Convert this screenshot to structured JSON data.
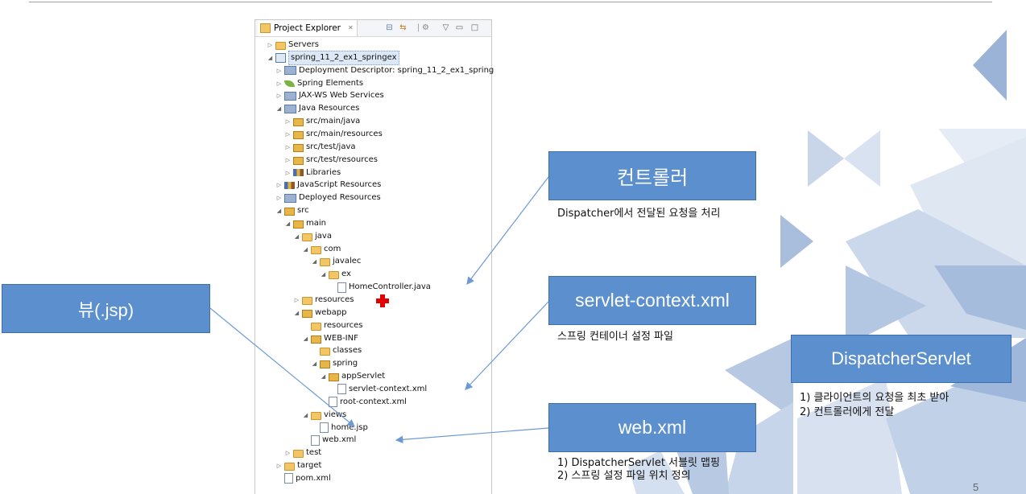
{
  "explorer": {
    "tab_label": "Project Explorer",
    "close_glyph": "✕",
    "items": [
      {
        "label": "Servers",
        "arrow": "▷",
        "icon": "folder",
        "depth": 0
      },
      {
        "label": "spring_11_2_ex1_springex",
        "arrow": "◢",
        "icon": "project",
        "depth": 0,
        "selected": true
      },
      {
        "label": "Deployment Descriptor: spring_11_2_ex1_spring",
        "arrow": "▷",
        "icon": "descriptor",
        "depth": 1
      },
      {
        "label": "Spring Elements",
        "arrow": "▷",
        "icon": "spring-leaf",
        "depth": 1
      },
      {
        "label": "JAX-WS Web Services",
        "arrow": "▷",
        "icon": "webservice",
        "depth": 1
      },
      {
        "label": "Java Resources",
        "arrow": "◢",
        "icon": "java-resources",
        "depth": 1
      },
      {
        "label": "src/main/java",
        "arrow": "▷",
        "icon": "pkgfolder",
        "depth": 2
      },
      {
        "label": "src/main/resources",
        "arrow": "▷",
        "icon": "pkgfolder",
        "depth": 2
      },
      {
        "label": "src/test/java",
        "arrow": "▷",
        "icon": "pkgfolder",
        "depth": 2
      },
      {
        "label": "src/test/resources",
        "arrow": "▷",
        "icon": "pkgfolder",
        "depth": 2
      },
      {
        "label": "Libraries",
        "arrow": "▷",
        "icon": "library",
        "depth": 2
      },
      {
        "label": "JavaScript Resources",
        "arrow": "▷",
        "icon": "library",
        "depth": 1
      },
      {
        "label": "Deployed Resources",
        "arrow": "▷",
        "icon": "deployed",
        "depth": 1
      },
      {
        "label": "src",
        "arrow": "◢",
        "icon": "pkgfolder",
        "depth": 1
      },
      {
        "label": "main",
        "arrow": "◢",
        "icon": "pkgfolder",
        "depth": 2
      },
      {
        "label": "java",
        "arrow": "◢",
        "icon": "folder",
        "depth": 3
      },
      {
        "label": "com",
        "arrow": "◢",
        "icon": "folder",
        "depth": 4
      },
      {
        "label": "javalec",
        "arrow": "◢",
        "icon": "folder",
        "depth": 5
      },
      {
        "label": "ex",
        "arrow": "◢",
        "icon": "folder",
        "depth": 6
      },
      {
        "label": "HomeController.java",
        "arrow": "",
        "icon": "file",
        "depth": 7
      },
      {
        "label": "resources",
        "arrow": "▷",
        "icon": "folder",
        "depth": 3
      },
      {
        "label": "webapp",
        "arrow": "◢",
        "icon": "pkgfolder",
        "depth": 3
      },
      {
        "label": "resources",
        "arrow": "",
        "icon": "folder",
        "depth": 4
      },
      {
        "label": "WEB-INF",
        "arrow": "◢",
        "icon": "pkgfolder",
        "depth": 4
      },
      {
        "label": "classes",
        "arrow": "",
        "icon": "folder",
        "depth": 5
      },
      {
        "label": "spring",
        "arrow": "◢",
        "icon": "pkgfolder",
        "depth": 5
      },
      {
        "label": "appServlet",
        "arrow": "◢",
        "icon": "pkgfolder",
        "depth": 6
      },
      {
        "label": "servlet-context.xml",
        "arrow": "",
        "icon": "file",
        "depth": 7
      },
      {
        "label": "root-context.xml",
        "arrow": "",
        "icon": "file",
        "depth": 6
      },
      {
        "label": "views",
        "arrow": "◢",
        "icon": "folder",
        "depth": 4
      },
      {
        "label": "home.jsp",
        "arrow": "",
        "icon": "file",
        "depth": 5
      },
      {
        "label": "web.xml",
        "arrow": "",
        "icon": "file",
        "depth": 4
      },
      {
        "label": "test",
        "arrow": "▷",
        "icon": "folder",
        "depth": 2
      },
      {
        "label": "target",
        "arrow": "▷",
        "icon": "folder",
        "depth": 1
      },
      {
        "label": "pom.xml",
        "arrow": "",
        "icon": "file",
        "depth": 1
      }
    ]
  },
  "callouts": {
    "controller": {
      "title": "컨트롤러",
      "desc": "Dispatcher에서 전달된 요청을 처리"
    },
    "servlet_context": {
      "title": "servlet-context.xml",
      "desc": "스프링 컨테이너 설정 파일"
    },
    "view": {
      "title": "뷰(.jsp)"
    },
    "dispatcher": {
      "title": "DispatcherServlet",
      "desc1": "1)  클라이언트의 요청을 최초 받아",
      "desc2": "2)  컨트롤러에게 전달"
    },
    "webxml": {
      "title": "web.xml",
      "desc1": "1) DispatcherServlet 서블릿 맵핑",
      "desc2": "2) 스프링 설정 파일 위치 정의"
    }
  },
  "page_number": "5",
  "colors": {
    "box": "#5b8fce",
    "deco": "#8aa6cf",
    "arrow_line": "#6d9ad4"
  }
}
